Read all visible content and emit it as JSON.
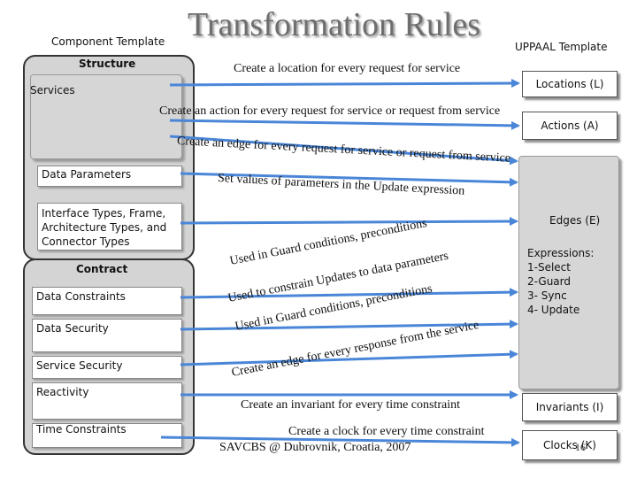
{
  "title": "Transformation Rules",
  "left_header": "Component Template",
  "right_header": "UPPAAL Template",
  "component": {
    "structure_label": "Structure",
    "services": "Services",
    "data_parameters": "Data Parameters",
    "interface_types": [
      "Interface Types, Frame,",
      "Architecture Types, and",
      "Connector Types"
    ],
    "contract_label": "Contract",
    "data_constraints": "Data Constraints",
    "data_security": "Data Security",
    "service_security": "Service Security",
    "reactivity": "Reactivity",
    "time_constraints": "Time Constraints"
  },
  "uppaal": {
    "locations": "Locations (L)",
    "actions": "Actions (A)",
    "edges": "Edges (E)",
    "expressions": [
      "Expressions:",
      "1-Select",
      "2-Guard",
      "3- Sync",
      "4- Update"
    ],
    "invariants": "Invariants (I)",
    "clocks": "Clocks (K)"
  },
  "rules": {
    "r1": "Create a location for every request for service",
    "r2": "Create an action for every request for service or request from service",
    "r3": "Create an edge for every request for service or request from service",
    "r4": "Set values of parameters in the Update expression",
    "r5": "Used in Guard conditions, preconditions",
    "r6": "Used to constrain Updates to data parameters",
    "r7": "Used in Guard conditions, preconditions",
    "r8": "Create an edge for every response from the service",
    "r9": "Create an invariant for every time constraint",
    "r10": "Create a clock for every time constraint"
  },
  "footer": "SAVCBS @ Dubrovnik, Croatia, 2007",
  "page_number": "16",
  "colors": {
    "arrow": "#4a86d8",
    "panel": "#d4d4d4",
    "title": "#6e6e6e"
  }
}
